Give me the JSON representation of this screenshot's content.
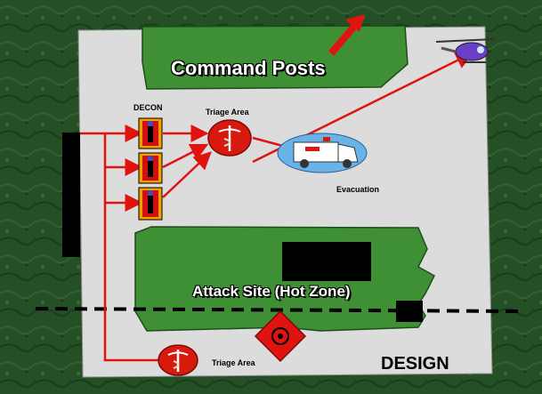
{
  "labels": {
    "command_posts": "Command Posts",
    "decon": "DECON",
    "triage_top": "Triage Area",
    "evacuation": "Evacuation",
    "attack_site": "Attack Site (Hot Zone)",
    "triage_bottom": "Triage Area",
    "design": "DESIGN"
  },
  "icons": [
    "decon-shower-icon",
    "medical-caduceus-icon",
    "ambulance-icon",
    "helicopter-icon",
    "hazard-diamond-icon",
    "up-arrow-icon"
  ],
  "colors": {
    "background": "#1f4a1f",
    "site": "#dcdcdc",
    "zone_green": "#3f8f35",
    "arrow_red": "#e0130f",
    "triage_red": "#d8190e",
    "evac_blue": "#6ab3e8"
  }
}
